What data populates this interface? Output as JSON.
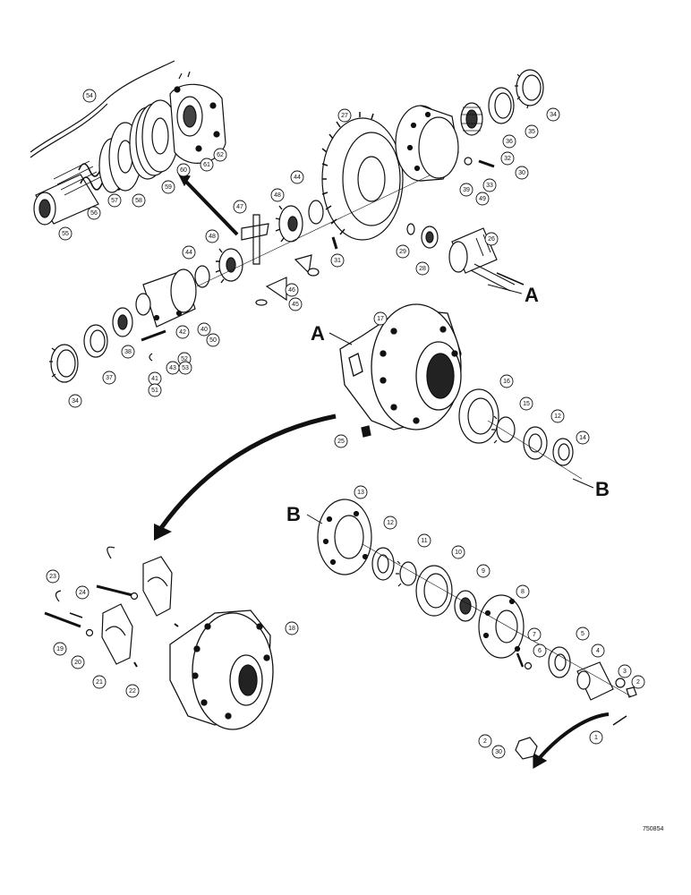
{
  "section_letters": {
    "a1": "A",
    "a2": "A",
    "b1": "B",
    "b2": "B"
  },
  "drawing_number": "750854",
  "callouts": [
    {
      "id": "c54",
      "label": "54"
    },
    {
      "id": "c62",
      "label": "62"
    },
    {
      "id": "c61",
      "label": "61"
    },
    {
      "id": "c60",
      "label": "60"
    },
    {
      "id": "c59",
      "label": "59"
    },
    {
      "id": "c58",
      "label": "58"
    },
    {
      "id": "c57",
      "label": "57"
    },
    {
      "id": "c56",
      "label": "56"
    },
    {
      "id": "c55",
      "label": "55"
    },
    {
      "id": "c27",
      "label": "27"
    },
    {
      "id": "c34a",
      "label": "34"
    },
    {
      "id": "c35",
      "label": "35"
    },
    {
      "id": "c36",
      "label": "36"
    },
    {
      "id": "c32",
      "label": "32"
    },
    {
      "id": "c30a",
      "label": "30"
    },
    {
      "id": "c33",
      "label": "33"
    },
    {
      "id": "c39",
      "label": "39"
    },
    {
      "id": "c49",
      "label": "49"
    },
    {
      "id": "c44a",
      "label": "44"
    },
    {
      "id": "c48a",
      "label": "48"
    },
    {
      "id": "c47a",
      "label": "47"
    },
    {
      "id": "c26",
      "label": "26"
    },
    {
      "id": "c29",
      "label": "29"
    },
    {
      "id": "c28",
      "label": "28"
    },
    {
      "id": "c31",
      "label": "31"
    },
    {
      "id": "c44b",
      "label": "44"
    },
    {
      "id": "c48b",
      "label": "48"
    },
    {
      "id": "c46",
      "label": "46"
    },
    {
      "id": "c45",
      "label": "45"
    },
    {
      "id": "c40",
      "label": "40"
    },
    {
      "id": "c50",
      "label": "50"
    },
    {
      "id": "c42",
      "label": "42"
    },
    {
      "id": "c52",
      "label": "52"
    },
    {
      "id": "c43",
      "label": "43"
    },
    {
      "id": "c53",
      "label": "53"
    },
    {
      "id": "c38",
      "label": "38"
    },
    {
      "id": "c37",
      "label": "37"
    },
    {
      "id": "c41",
      "label": "41"
    },
    {
      "id": "c51",
      "label": "51"
    },
    {
      "id": "c34b",
      "label": "34"
    },
    {
      "id": "c17",
      "label": "17"
    },
    {
      "id": "c16",
      "label": "16"
    },
    {
      "id": "c15",
      "label": "15"
    },
    {
      "id": "c12a",
      "label": "12"
    },
    {
      "id": "c14",
      "label": "14"
    },
    {
      "id": "c25",
      "label": "25"
    },
    {
      "id": "c13",
      "label": "13"
    },
    {
      "id": "c12b",
      "label": "12"
    },
    {
      "id": "c11",
      "label": "11"
    },
    {
      "id": "c10",
      "label": "10"
    },
    {
      "id": "c9",
      "label": "9"
    },
    {
      "id": "c8",
      "label": "8"
    },
    {
      "id": "c7",
      "label": "7"
    },
    {
      "id": "c6",
      "label": "6"
    },
    {
      "id": "c5",
      "label": "5"
    },
    {
      "id": "c4",
      "label": "4"
    },
    {
      "id": "c3",
      "label": "3"
    },
    {
      "id": "c2a",
      "label": "2"
    },
    {
      "id": "c1",
      "label": "1"
    },
    {
      "id": "c2b",
      "label": "2"
    },
    {
      "id": "c30b",
      "label": "30"
    },
    {
      "id": "c23",
      "label": "23"
    },
    {
      "id": "c24",
      "label": "24"
    },
    {
      "id": "c19",
      "label": "19"
    },
    {
      "id": "c20",
      "label": "20"
    },
    {
      "id": "c21",
      "label": "21"
    },
    {
      "id": "c22",
      "label": "22"
    },
    {
      "id": "c18",
      "label": "18"
    }
  ]
}
